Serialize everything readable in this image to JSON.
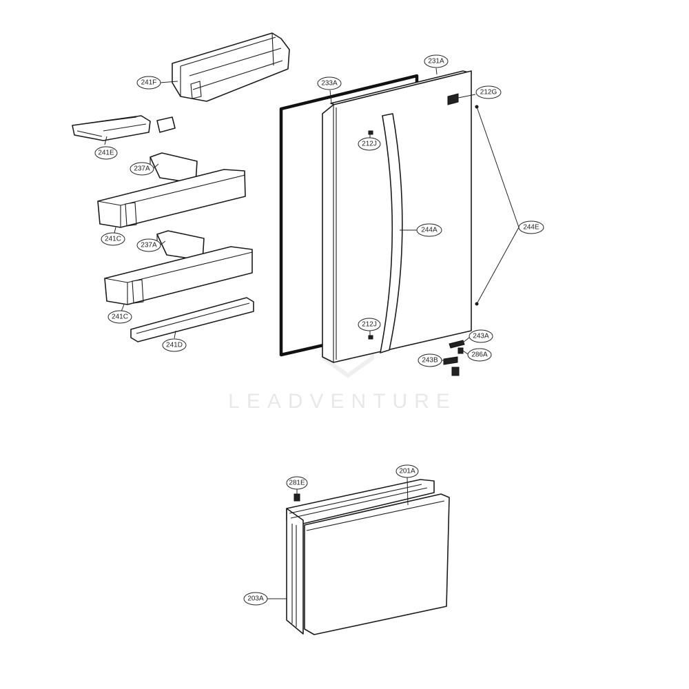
{
  "watermark": {
    "text": "LEADVENTURE"
  },
  "callouts": [
    {
      "id": "241F",
      "label": "241F"
    },
    {
      "id": "241E",
      "label": "241E"
    },
    {
      "id": "237A-upper",
      "label": "237A"
    },
    {
      "id": "241C-upper",
      "label": "241C"
    },
    {
      "id": "237A-lower",
      "label": "237A"
    },
    {
      "id": "241C-lower",
      "label": "241C"
    },
    {
      "id": "241D",
      "label": "241D"
    },
    {
      "id": "233A",
      "label": "233A"
    },
    {
      "id": "231A",
      "label": "231A"
    },
    {
      "id": "212G",
      "label": "212G"
    },
    {
      "id": "212J-upper",
      "label": "212J"
    },
    {
      "id": "244A",
      "label": "244A"
    },
    {
      "id": "244E",
      "label": "244E"
    },
    {
      "id": "212J-lower",
      "label": "212J"
    },
    {
      "id": "243A",
      "label": "243A"
    },
    {
      "id": "286A",
      "label": "286A"
    },
    {
      "id": "243B",
      "label": "243B"
    },
    {
      "id": "281E",
      "label": "281E"
    },
    {
      "id": "201A",
      "label": "201A"
    },
    {
      "id": "203A",
      "label": "203A"
    }
  ]
}
